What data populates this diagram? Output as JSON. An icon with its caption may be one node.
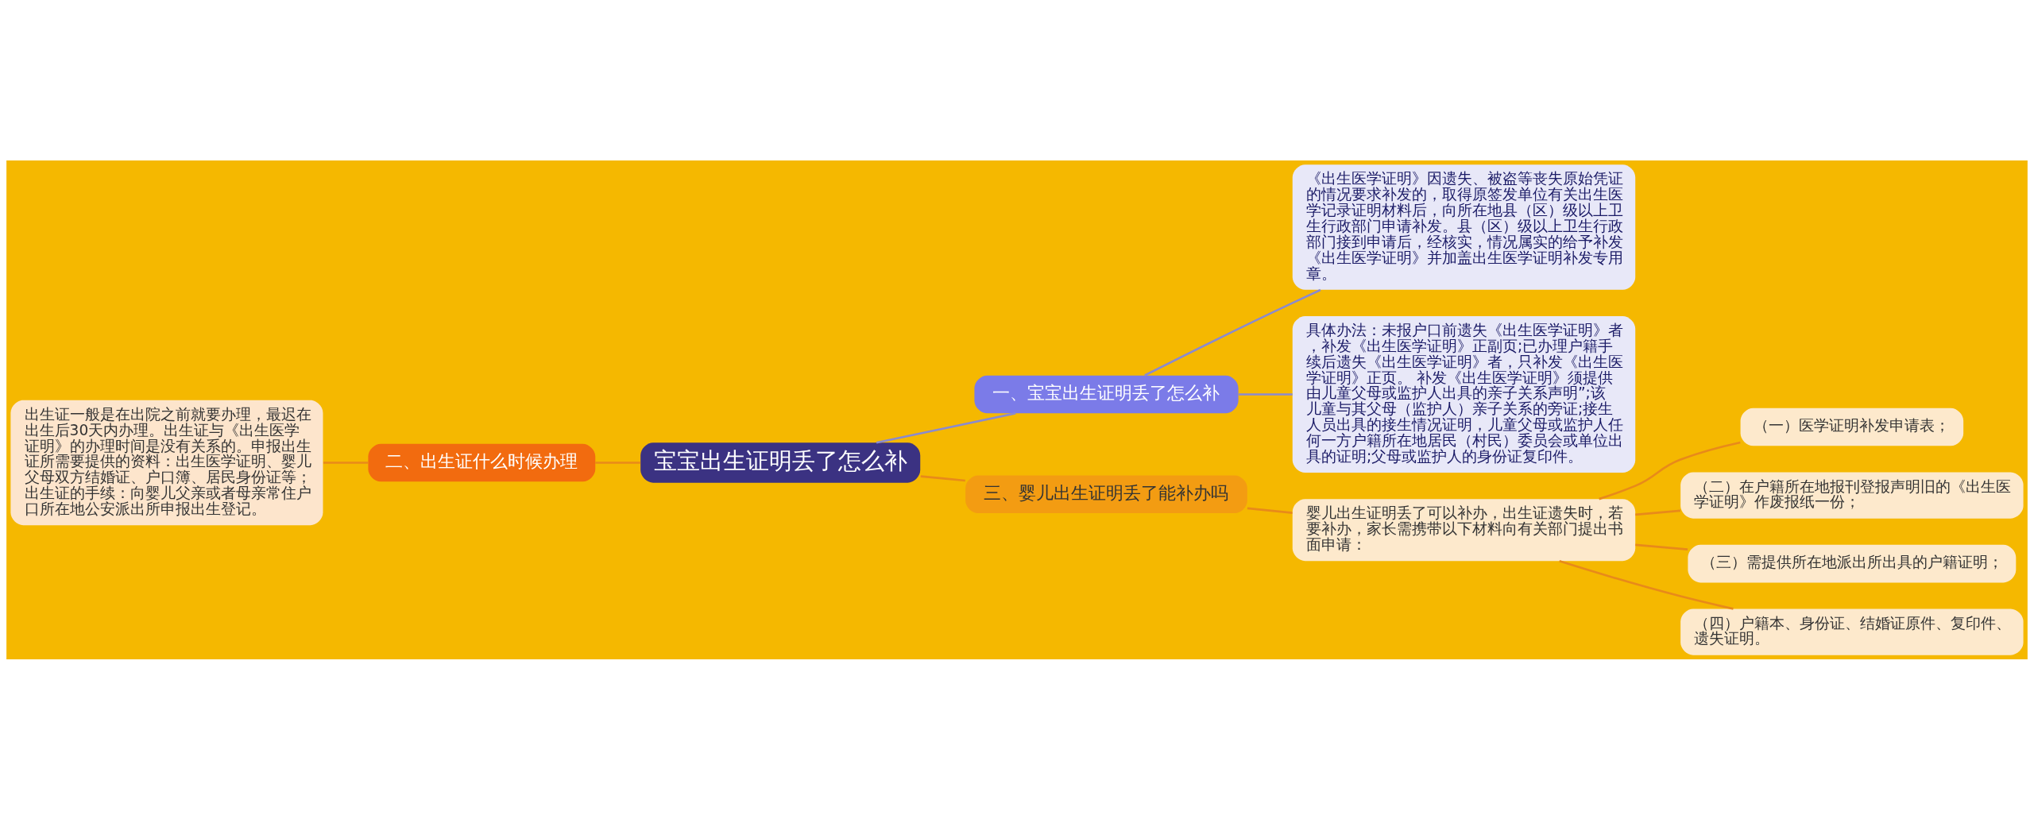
{
  "diagram": {
    "nodes": [
      {
        "text": [
          "宝宝出生证明丢了怎么补"
        ]
      },
      {
        "text": [
          "二、出生证什么时候办理"
        ]
      },
      {
        "text": [
          "出生证一般是在出院之前就要办理，最迟在出生后30天内办理。出生证与《出生医学证明》的办理时间是没有关系的。申报出生证所需要提供的资料：出生医学证明、婴儿父母双方结婚证、户口簿、居民身份证等；出生证的手续：向婴儿父亲或者母亲常住户口所在地公安派出所申报出生登记。"
        ]
      },
      {
        "text": [
          "一、宝宝出生证明丢了怎么补"
        ]
      },
      {
        "text": [
          "《出生医学证明》因遗失、被盗等丧失原始凭证的情况要求补发的，取得原签发单位有关出生医学记录证明材料后，向所在地县（区）级以上卫生行政部门申请补发。县（区）级以上卫生行政部门接到申请后，经核实，情况属实的给予补发《出生医学证明》并加盖出生医学证明补发专用章。"
        ]
      },
      {
        "text": [
          "具体办法：未报户口前遗失《出生医学证明》者，补发《出生医学证明》正副页;已办理户籍手续后遗失《出生医学证明》者，只补发《出生医学证明》正页。 补发《出生医学证明》须提供由儿童父母或监护人出具的亲子关系声明”;该儿童与其父母（监护人）亲子关系的旁证;接生人员出具的接生情况证明，儿童父母或监护人任何一方户籍所在地居民（村民）委员会或单位出具的证明;父母或监护人的身份证复印件。"
        ]
      },
      {
        "text": [
          "三、婴儿出生证明丢了能补办吗"
        ]
      },
      {
        "text": [
          "婴儿出生证明丢了可以补办，出生证遗失时，若要补办，家长需携带以下材料向有关部门提出书面申请："
        ]
      },
      {
        "text": [
          "（一）医学证明补发申请表；"
        ]
      },
      {
        "text": [
          "（二）在户籍所在地报刊登报声明旧的《出生医学证明》作废报纸一份；"
        ]
      },
      {
        "text": [
          "（三）需提供所在地派出所出具的户籍证明；"
        ]
      },
      {
        "text": [
          "（四）户籍本、身份证、结婚证原件、复印件、遗失证明。"
        ]
      }
    ],
    "edges": [
      {
        "from": 0,
        "to": 1,
        "arrow": "none"
      },
      {
        "from": 1,
        "to": 2,
        "arrow": "none"
      },
      {
        "from": 0,
        "to": 3,
        "arrow": "none",
        "color": "#8a8ad0"
      },
      {
        "from": 3,
        "to": 4,
        "arrow": "none",
        "color": "#8a8ad0"
      },
      {
        "from": 3,
        "to": 5,
        "arrow": "none",
        "color": "#8a8ad0"
      },
      {
        "from": 0,
        "to": 6,
        "arrow": "none"
      },
      {
        "from": 6,
        "to": 7,
        "arrow": "none"
      },
      {
        "from": 7,
        "to": 8,
        "arrow": "none"
      },
      {
        "from": 7,
        "to": 9,
        "arrow": "none"
      },
      {
        "from": 7,
        "to": 10,
        "arrow": "none"
      },
      {
        "from": 7,
        "to": 11,
        "arrow": "none"
      }
    ]
  }
}
